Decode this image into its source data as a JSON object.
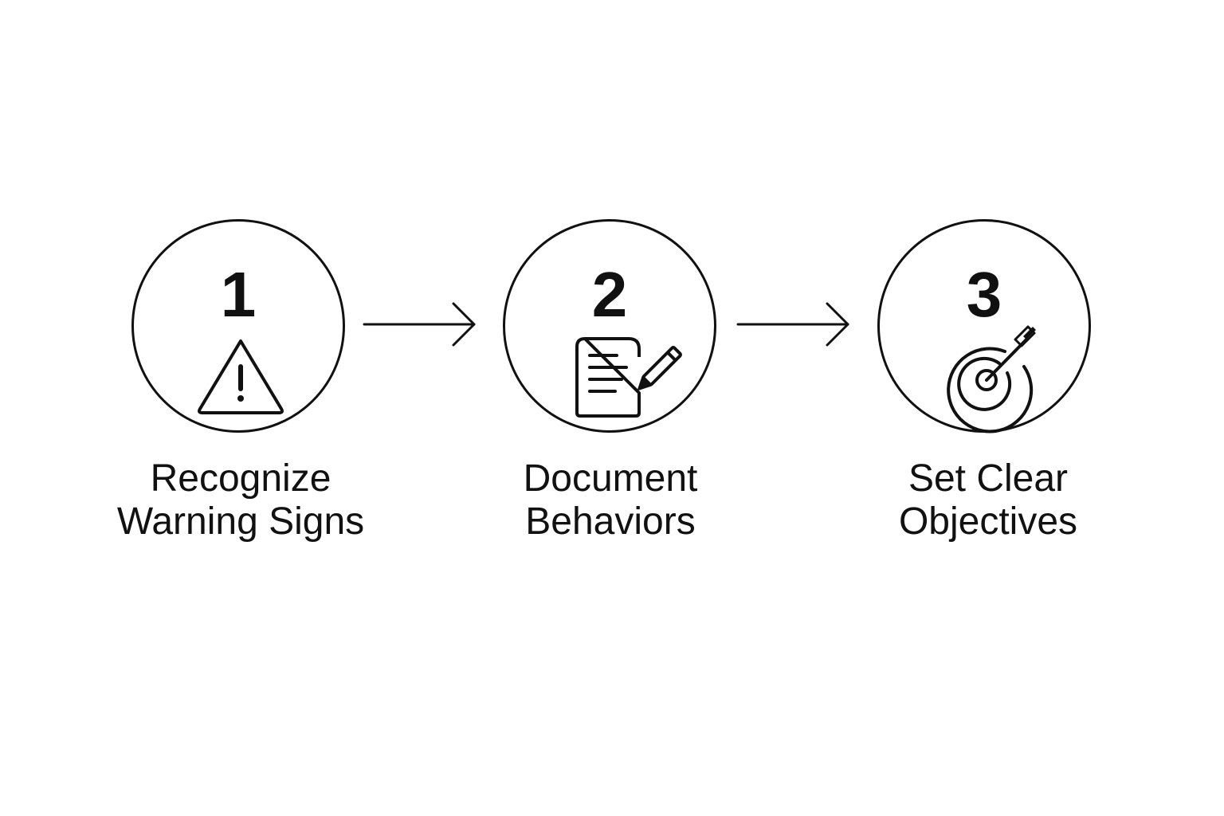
{
  "steps": [
    {
      "number": "1",
      "label_line1": "Recognize",
      "label_line2": "Warning Signs",
      "icon": "warning-triangle-icon"
    },
    {
      "number": "2",
      "label_line1": "Document",
      "label_line2": "Behaviors",
      "icon": "document-pencil-icon"
    },
    {
      "number": "3",
      "label_line1": "Set Clear",
      "label_line2": "Objectives",
      "icon": "target-arrow-icon"
    }
  ],
  "colors": {
    "stroke": "#111111",
    "background": "#ffffff"
  }
}
